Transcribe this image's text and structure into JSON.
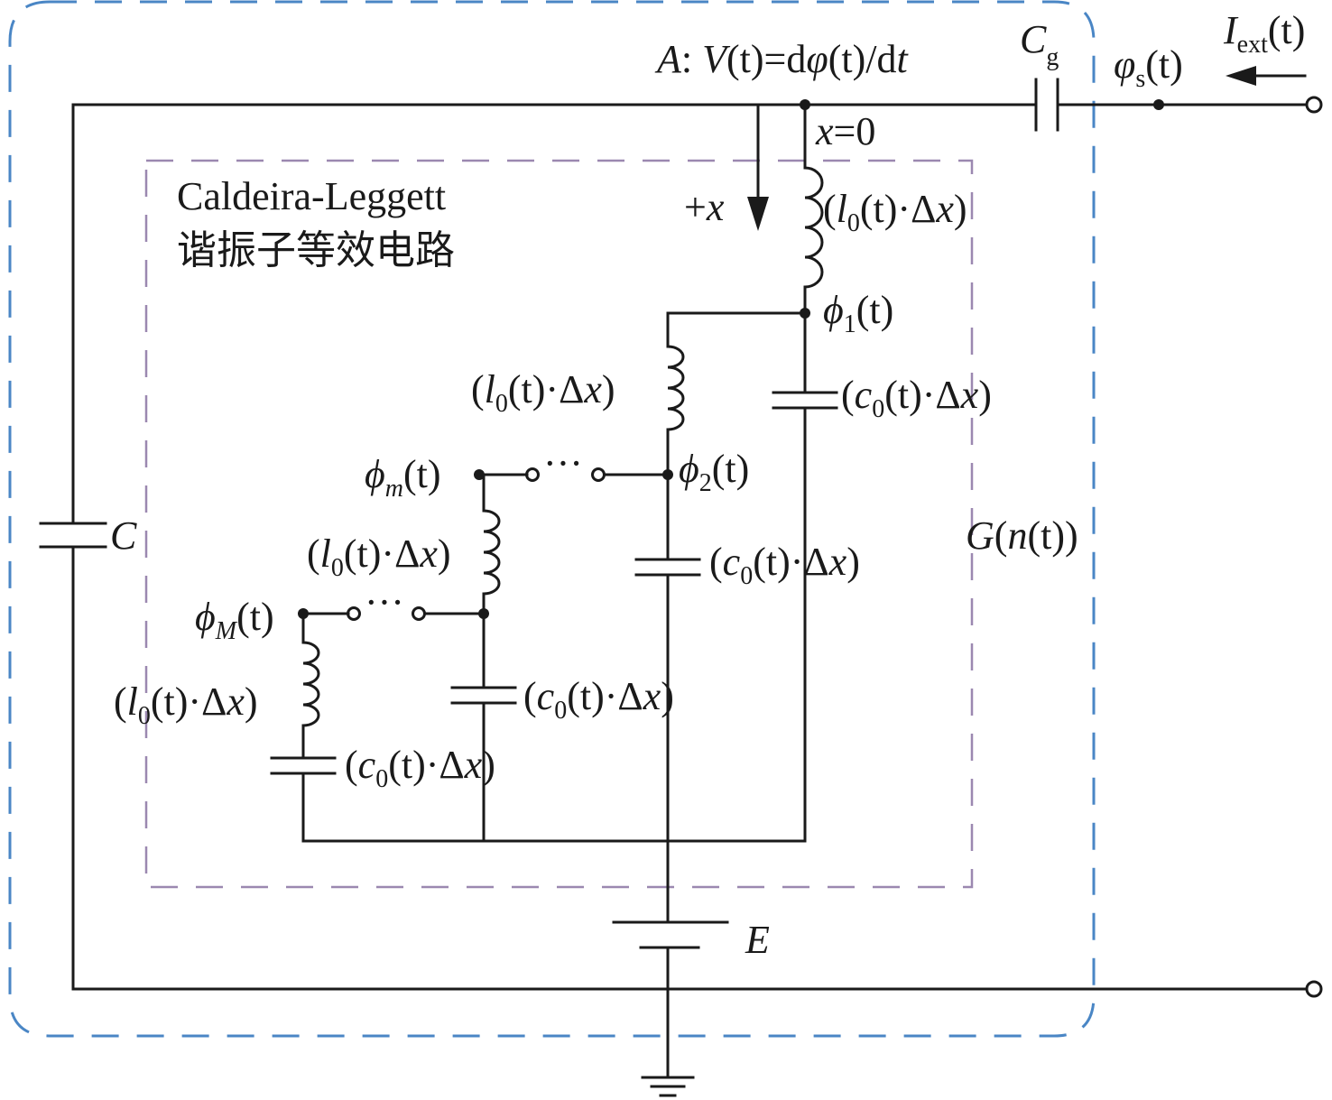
{
  "node_A": {
    "prefix": "A",
    "colon": ": ",
    "v": "V",
    "paren_t": "(t)",
    "eq": "=d",
    "phi": "φ",
    "paren_t2": "(t)",
    "slash_d": "/d",
    "t": "t"
  },
  "cap_cg": {
    "main": "C",
    "sub": "g"
  },
  "phi_s": {
    "main": "φ",
    "sub": "s",
    "arg": "(t)"
  },
  "i_ext": {
    "main": "I",
    "sub": "ext",
    "arg": "(t)"
  },
  "x0": {
    "x": "x",
    "eq": "=0"
  },
  "plus_x": {
    "plus": "+",
    "x": "x"
  },
  "title": {
    "line1": "Caldeira-Leggett",
    "line2": "谐振子等效电路"
  },
  "inductor_label": {
    "open": "(",
    "l": "l",
    "sub": "0",
    "t": "(t)",
    "dot": "·Δ",
    "x": "x",
    "close": ")"
  },
  "capacitor_label": {
    "open": "(",
    "c": "c",
    "sub": "0",
    "t": "(t)",
    "dot": "·Δ",
    "x": "x",
    "close": ")"
  },
  "phi1": {
    "main": "ϕ",
    "sub": "1",
    "arg": "(t)"
  },
  "phi2": {
    "main": "ϕ",
    "sub": "2",
    "arg": "(t)"
  },
  "phim": {
    "main": "ϕ",
    "sub": "m",
    "arg": "(t)"
  },
  "phiM": {
    "main": "ϕ",
    "sub": "M",
    "arg": "(t)"
  },
  "dots": "···",
  "cap_C": "C",
  "G": {
    "g": "G",
    "open": "(",
    "n": "n",
    "inner": "(t)",
    "close": ")"
  },
  "E": "E",
  "colors": {
    "outer_box": "#4a86c5",
    "inner_box": "#9b88b0",
    "wire": "#1a1a1a"
  }
}
